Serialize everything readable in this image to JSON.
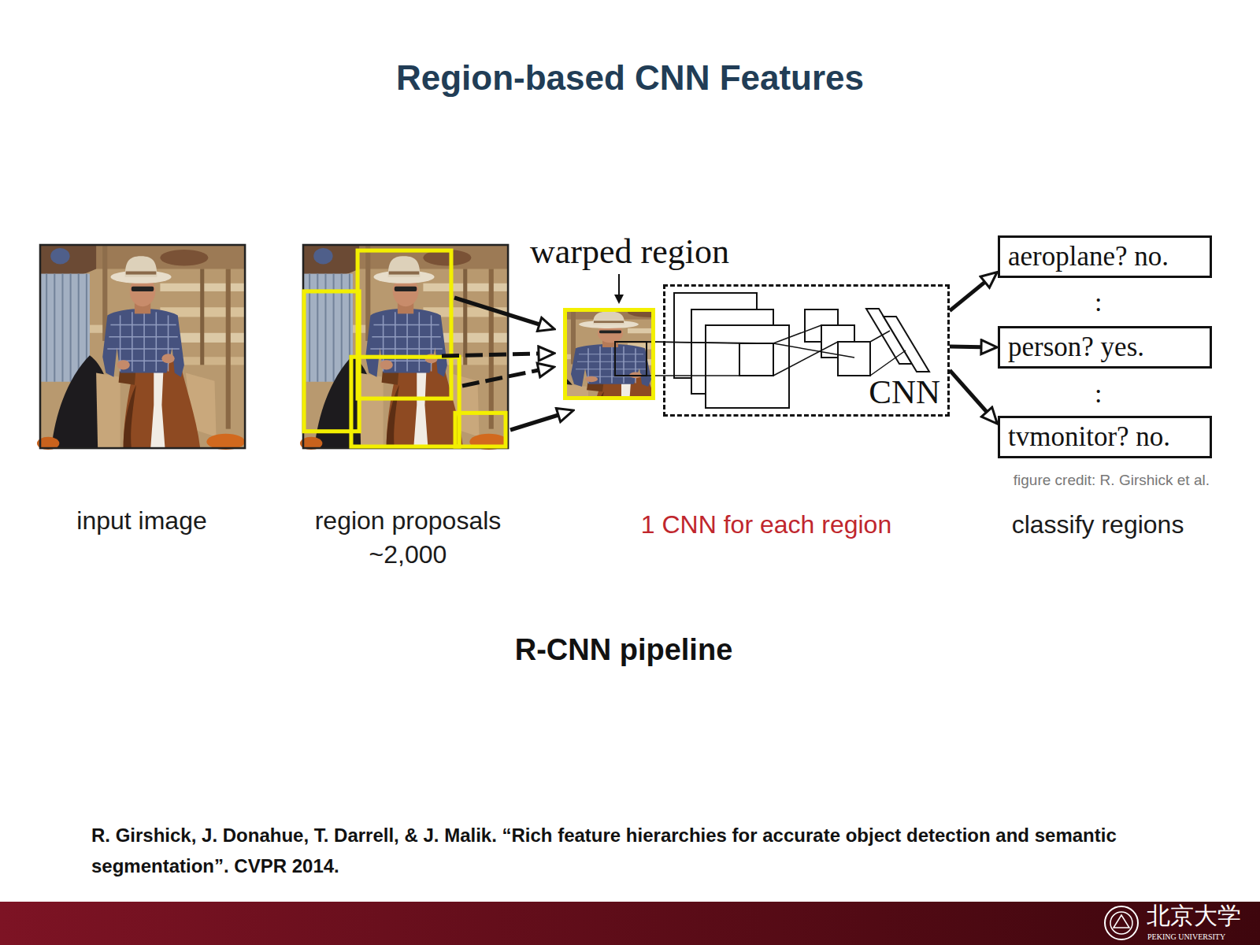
{
  "diagram": {
    "title": "Region-based CNN Features",
    "caption": "R-CNN pipeline",
    "nodes": [
      {
        "text": [
          "warped region"
        ]
      },
      {
        "text": [
          "CNN"
        ]
      },
      {
        "text": [
          "aeroplane? no."
        ]
      },
      {
        "text": [
          "person? yes."
        ]
      },
      {
        "text": [
          "tvmonitor? no."
        ]
      }
    ],
    "edges": [
      {
        "from": 1,
        "to": 2,
        "arrow": "to"
      },
      {
        "from": 1,
        "to": 3,
        "arrow": "to"
      },
      {
        "from": 1,
        "to": 4,
        "arrow": "to"
      }
    ],
    "labels": [
      "input image",
      "region proposals ~2,000",
      "1 CNN for each region",
      "classify regions",
      ":",
      ":",
      "figure credit: R. Girshick et al.",
      "R. Girshick, J. Donahue, T. Darrell, & J. Malik. “Rich feature hierarchies for accurate object detection and semantic segmentation”. CVPR 2014.",
      "北京大学",
      "PEKING UNIVERSITY"
    ]
  }
}
